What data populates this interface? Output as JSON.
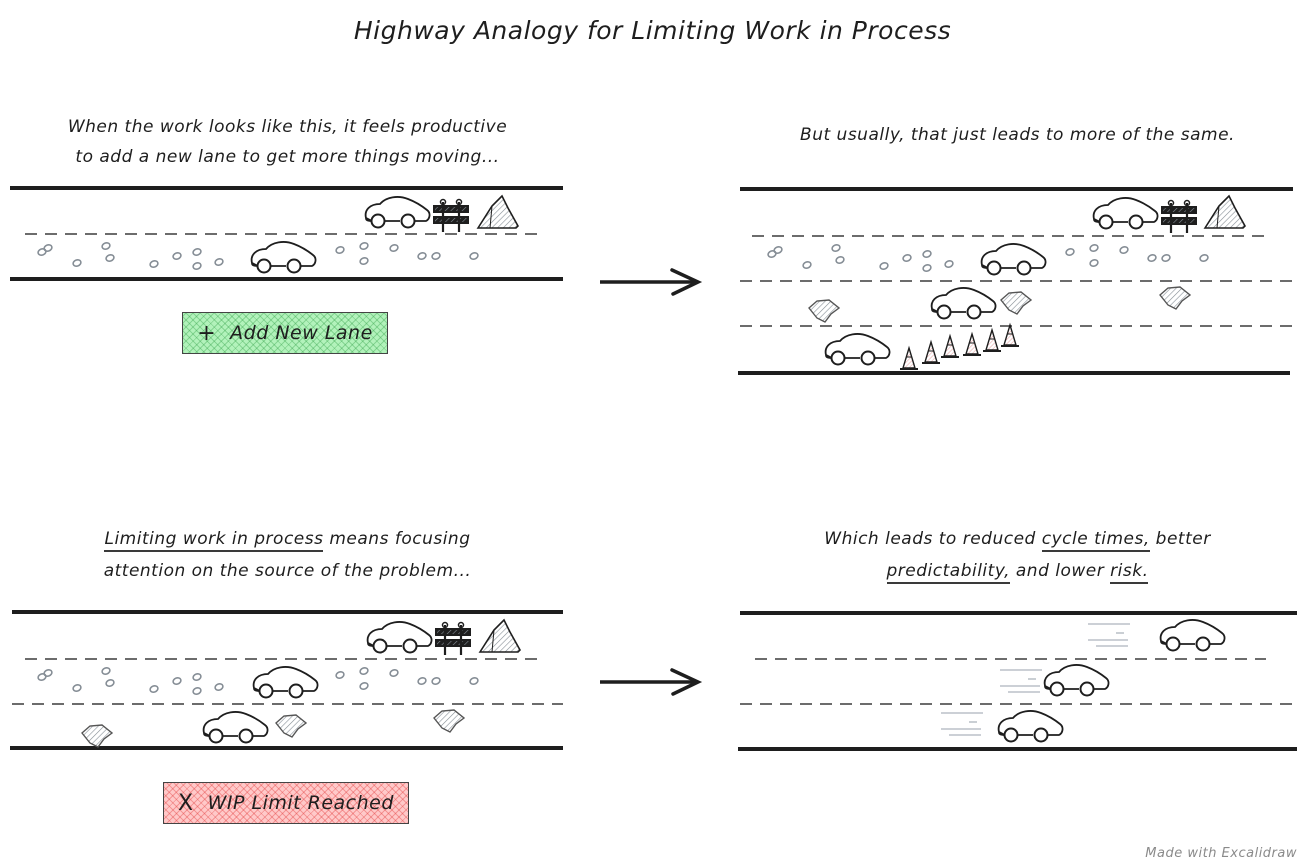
{
  "title": "Highway Analogy for Limiting Work in Process",
  "panels": {
    "top_left": {
      "caption_line1": "When the work looks like this, it feels productive",
      "caption_line2": "to add a new lane to get more things moving...",
      "lanes": 2,
      "button": {
        "icon": "plus-icon",
        "icon_glyph": "+",
        "label": "Add New Lane",
        "color": "#b2f2bb"
      }
    },
    "top_right": {
      "caption": "But usually, that just leads to more of the same.",
      "lanes": 4
    },
    "bottom_left": {
      "caption_underlined": "Limiting work in process",
      "caption_rest_line1": " means focusing",
      "caption_line2": "attention on the source of the problem...",
      "lanes": 3,
      "button": {
        "icon": "x-icon",
        "icon_glyph": "X",
        "label": "WIP Limit Reached",
        "color": "#ffc9c9"
      }
    },
    "bottom_right": {
      "caption_part1": "Which leads to reduced ",
      "caption_u1": "cycle times,",
      "caption_part2": " better",
      "caption_u2": "predictability,",
      "caption_part3": " and lower ",
      "caption_u3": "risk.",
      "lanes": 3
    }
  },
  "footer": "Made with Excalidraw",
  "colors": {
    "ink": "#1e1e1e",
    "gray": "#868e96",
    "green": "#b2f2bb",
    "red": "#ffc9c9",
    "cone": "#ffa8a8"
  }
}
